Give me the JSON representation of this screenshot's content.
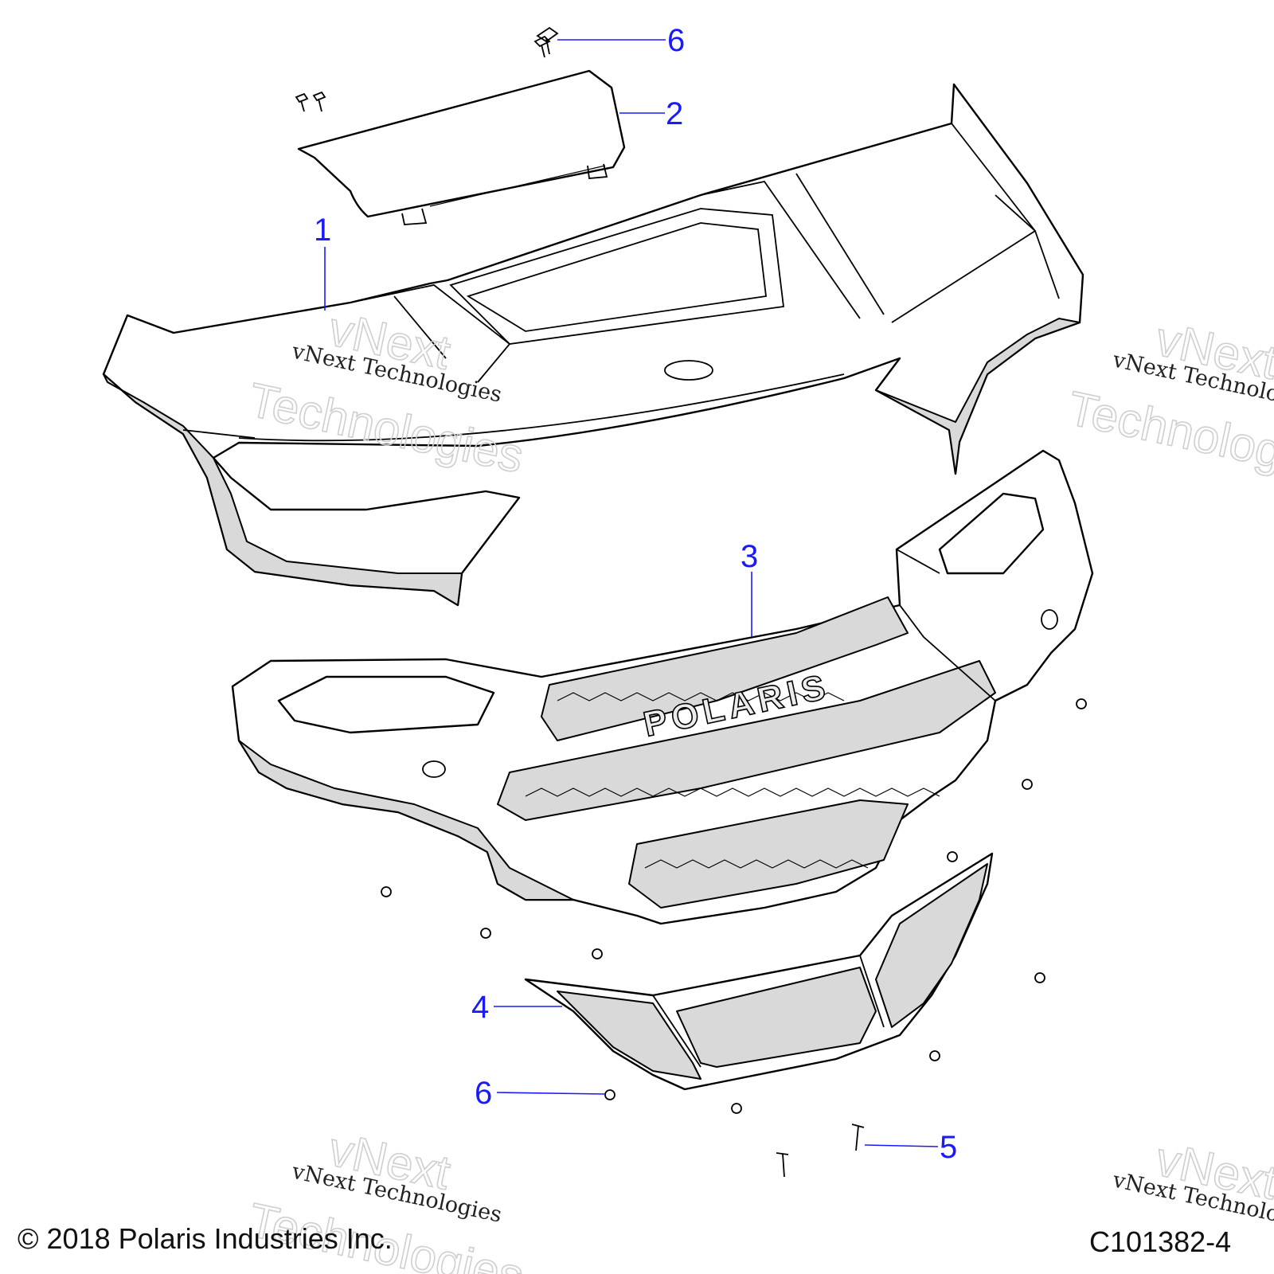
{
  "diagram": {
    "callouts": [
      {
        "id": "callout-1",
        "label": "1"
      },
      {
        "id": "callout-2",
        "label": "2"
      },
      {
        "id": "callout-3",
        "label": "3"
      },
      {
        "id": "callout-4",
        "label": "4"
      },
      {
        "id": "callout-5",
        "label": "5"
      },
      {
        "id": "callout-6-top",
        "label": "6"
      },
      {
        "id": "callout-6-bottom",
        "label": "6"
      }
    ],
    "grille_logo": "POLARIS",
    "watermark": {
      "line": "vNext Technologies",
      "big_line_1": "vNext",
      "big_line_2": "Technologies"
    },
    "footer": {
      "copyright": "© 2018 Polaris Industries Inc.",
      "figure_id": "C101382-4"
    },
    "colors": {
      "callout": "#1a1aff",
      "outline": "#000000",
      "shading": "#d9d9d9"
    }
  }
}
